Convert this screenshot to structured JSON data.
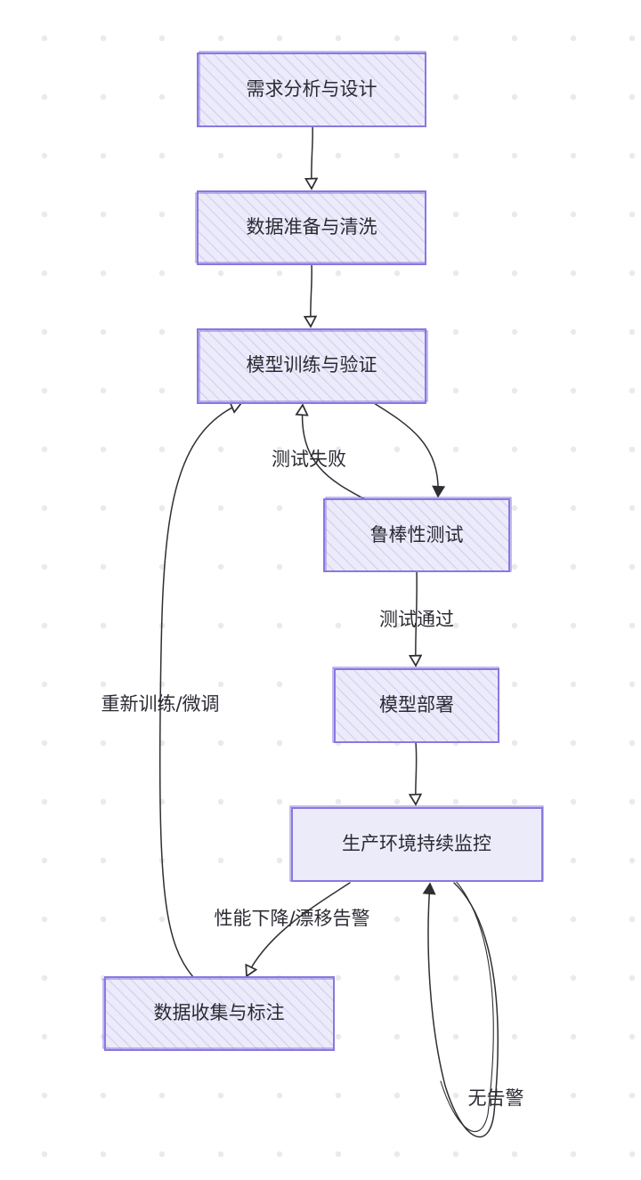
{
  "colors": {
    "node_fill": "#ecebfa",
    "node_stroke": "#8a78e0",
    "hatch": "#d4cff2",
    "edge": "#2f2f33",
    "dot": "#e9e9ee",
    "text": "#2b2b33"
  },
  "nodes": {
    "req": {
      "label": "需求分析与设计"
    },
    "data_prep": {
      "label": "数据准备与清洗"
    },
    "train": {
      "label": "模型训练与验证"
    },
    "robust": {
      "label": "鲁棒性测试"
    },
    "deploy": {
      "label": "模型部署"
    },
    "monitor": {
      "label": "生产环境持续监控"
    },
    "collect": {
      "label": "数据收集与标注"
    }
  },
  "edges": {
    "test_fail": {
      "label": "测试失败"
    },
    "test_pass": {
      "label": "测试通过"
    },
    "retrain": {
      "label": "重新训练/微调"
    },
    "degrade": {
      "label": "性能下降/漂移告警"
    },
    "no_alert": {
      "label": "无告警"
    }
  }
}
